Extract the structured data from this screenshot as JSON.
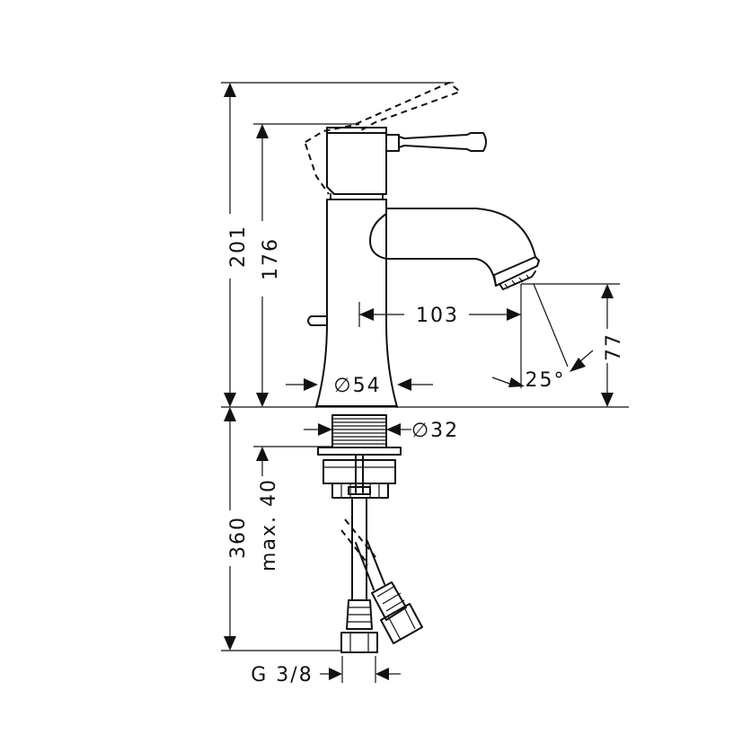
{
  "labels": {
    "total_height": "201",
    "body_height": "176",
    "spout_reach": "103",
    "spout_clearance": "77",
    "spout_angle": "25°",
    "base_diameter": "∅54",
    "shank_diameter": "∅32",
    "below_counter": "360",
    "max_thickness": "max. 40",
    "connection_thread": "G 3/8"
  },
  "colors": {
    "line": "#111111",
    "background": "#ffffff"
  }
}
